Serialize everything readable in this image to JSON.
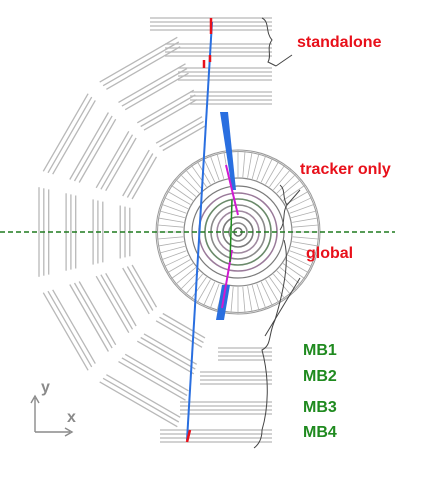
{
  "labels": {
    "standalone": "standalone",
    "tracker_only": "tracker only",
    "global": "global"
  },
  "stations": [
    "MB1",
    "MB2",
    "MB3",
    "MB4"
  ],
  "axes": {
    "y": "y",
    "x": "x"
  },
  "colors": {
    "track_red": "#e8101a",
    "track_blue": "#2a6fe0",
    "track_magenta": "#d01ad0",
    "beamline_green": "#1e7a1e",
    "station_label_green": "#1f8a1f",
    "chamber_gray": "#b4b4b4",
    "axis_gray": "#8a8a8a"
  }
}
